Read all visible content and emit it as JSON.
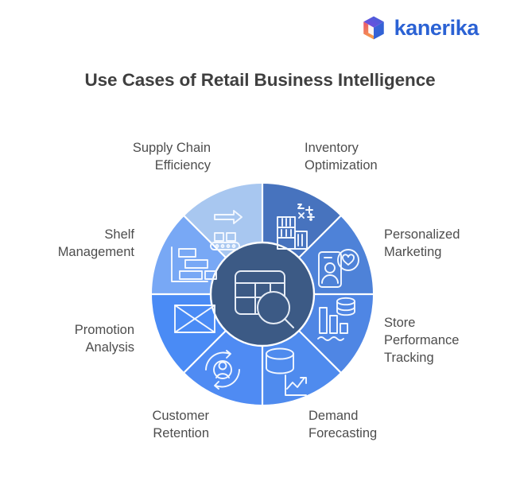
{
  "brand": {
    "name": "kanerika",
    "logo_icon": "cube-icon",
    "text_color": "#2b62d4",
    "cube_colors": [
      "#f0626a",
      "#f79a4a",
      "#6d4de0",
      "#2b62d4"
    ]
  },
  "header": {
    "title": "Use Cases of Retail Business Intelligence"
  },
  "center": {
    "icon": "table-search-icon",
    "fill": "#3c5a85"
  },
  "chart_data": {
    "type": "pie",
    "title": "Use Cases of Retail Business Intelligence",
    "subtitle": "",
    "xlabel": "",
    "ylabel": "",
    "legend_position": "around-ring",
    "grid": false,
    "shape": "donut",
    "inner_radius_ratio": 0.46,
    "categories": [
      "Inventory Optimization",
      "Personalized Marketing",
      "Store Performance Tracking",
      "Demand Forecasting",
      "Customer Retention",
      "Promotion Analysis",
      "Shelf Management",
      "Supply Chain Efficiency"
    ],
    "values": [
      12.5,
      12.5,
      12.5,
      12.5,
      12.5,
      12.5,
      12.5,
      12.5
    ],
    "colors": [
      "#4773be",
      "#4e82d8",
      "#4f86e4",
      "#4f8bee",
      "#4f8bf3",
      "#4a8bf5",
      "#78a8f5",
      "#a8c7f0"
    ],
    "segments": [
      {
        "label": "Inventory Optimization",
        "label_text": "Inventory\nOptimization",
        "value": 12.5,
        "color": "#4773be",
        "icon": "inventory-calculator-icon",
        "position": "top-right"
      },
      {
        "label": "Personalized Marketing",
        "label_text": "Personalized\nMarketing",
        "value": 12.5,
        "color": "#4e82d8",
        "icon": "mobile-heart-person-icon",
        "position": "right-upper"
      },
      {
        "label": "Store Performance Tracking",
        "label_text": "Store\nPerformance\nTracking",
        "value": 12.5,
        "color": "#4f86e4",
        "icon": "bar-chart-database-icon",
        "position": "right-lower"
      },
      {
        "label": "Demand Forecasting",
        "label_text": "Demand\nForecasting",
        "value": 12.5,
        "color": "#4f8bee",
        "icon": "database-trendline-icon",
        "position": "bottom-right"
      },
      {
        "label": "Customer Retention",
        "label_text": "Customer\nRetention",
        "value": 12.5,
        "color": "#4f8bf3",
        "icon": "person-refresh-icon",
        "position": "bottom-left"
      },
      {
        "label": "Promotion Analysis",
        "label_text": "Promotion\nAnalysis",
        "value": 12.5,
        "color": "#4a8bf5",
        "icon": "envelope-icon",
        "position": "left-lower"
      },
      {
        "label": "Shelf Management",
        "label_text": "Shelf\nManagement",
        "value": 12.5,
        "color": "#78a8f5",
        "icon": "shelf-bars-icon",
        "position": "left-upper"
      },
      {
        "label": "Supply Chain Efficiency",
        "label_text": "Supply Chain\nEfficiency",
        "value": 12.5,
        "color": "#a8c7f0",
        "icon": "conveyor-belt-arrow-icon",
        "position": "top-left"
      }
    ]
  }
}
